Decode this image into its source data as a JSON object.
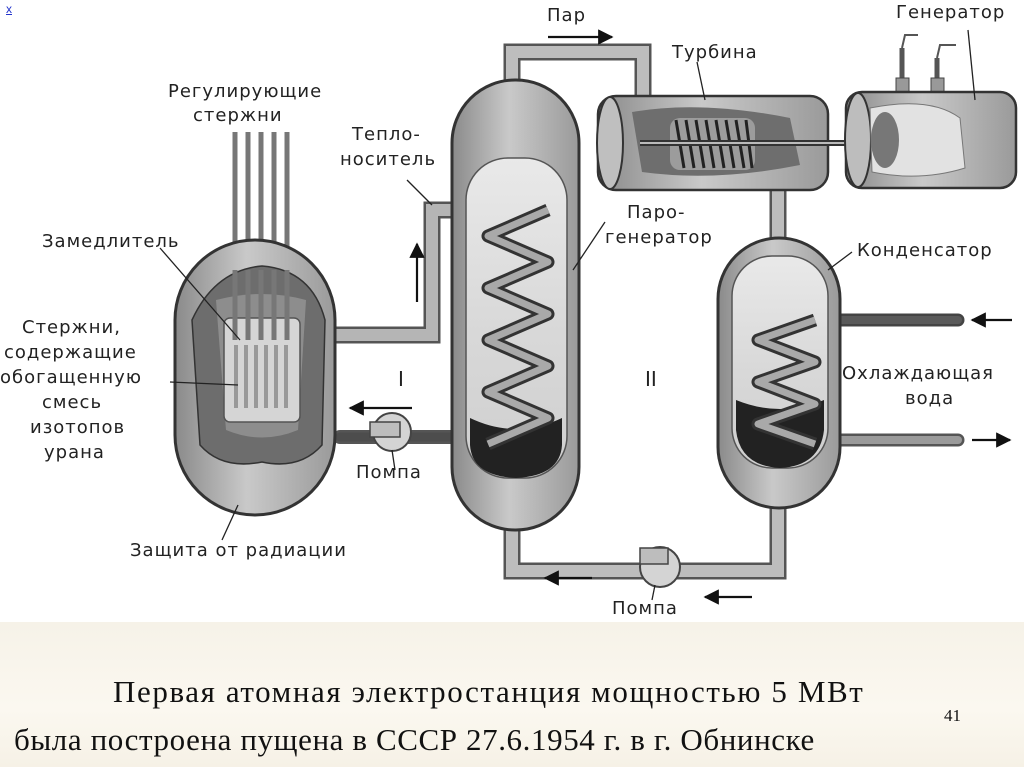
{
  "close_link": "x",
  "labels": {
    "control_rods": [
      "Регулирующие",
      "стержни"
    ],
    "coolant": [
      "Тепло-",
      "носитель"
    ],
    "moderator": "Замедлитель",
    "fuel_rods": [
      "Стержни,",
      "содержащие",
      "обогащенную",
      "смесь",
      "изотопов",
      "урана"
    ],
    "shielding": "Защита от радиации",
    "pump_1": "Помпа",
    "pump_2": "Помпа",
    "steam": "Пар",
    "turbine": "Турбина",
    "generator": "Генератор",
    "steam_generator": [
      "Паро-",
      "генератор"
    ],
    "condenser": "Конденсатор",
    "cooling_water": [
      "Охлаждающая",
      "вода"
    ],
    "circuit_1": "I",
    "circuit_2": "II"
  },
  "caption": {
    "line1": "Первая атомная электростанция мощностью 5 МВт",
    "line2": "была построена пущена в СССР 27.6.1954 г. в г. Обнинске"
  },
  "page_number": "41"
}
